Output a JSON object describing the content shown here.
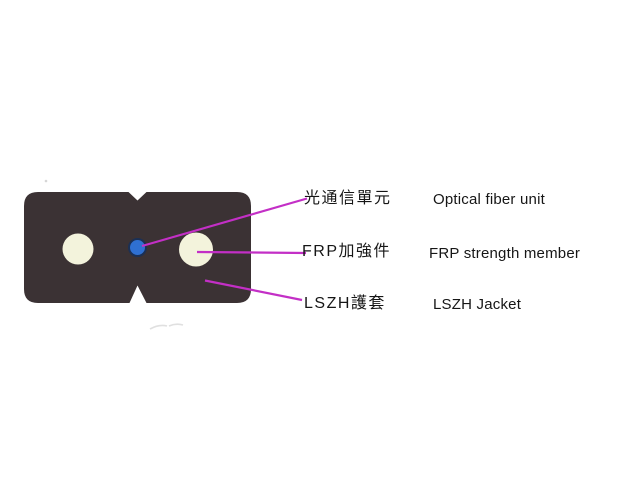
{
  "figure": {
    "callouts": [
      {
        "zh": "光通信單元",
        "en": "Optical fiber unit"
      },
      {
        "zh": "FRP加強件",
        "en": "FRP strength member"
      },
      {
        "zh": "LSZH護套",
        "en": "LSZH Jacket"
      }
    ],
    "colors": {
      "background": "#ffffff",
      "jacket": "#3b3234",
      "strength_member": "#f3f3dc",
      "fiber_unit_fill": "#2f70d2",
      "fiber_unit_outline": "#1b3055",
      "leader_line": "#c32fc6",
      "label_text": "#161616"
    }
  }
}
